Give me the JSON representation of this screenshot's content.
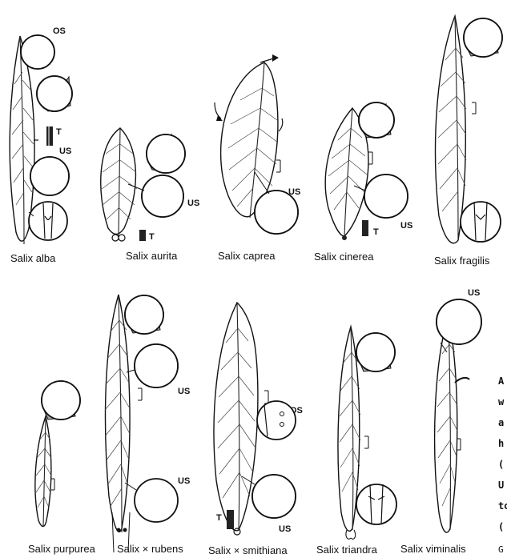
{
  "species": [
    {
      "id": "alba",
      "name": "Salix alba",
      "tags": [
        "OS",
        "T",
        "US"
      ]
    },
    {
      "id": "aurita",
      "name": "Salix aurita",
      "tags": [
        "US",
        "T"
      ]
    },
    {
      "id": "caprea",
      "name": "Salix caprea",
      "tags": [
        "US"
      ]
    },
    {
      "id": "cinerea",
      "name": "Salix cinerea",
      "tags": [
        "US",
        "T"
      ]
    },
    {
      "id": "fragilis",
      "name": "Salix fragilis",
      "tags": []
    },
    {
      "id": "purpurea",
      "name": "Salix purpurea",
      "tags": []
    },
    {
      "id": "rubens",
      "name": "Salix × rubens",
      "tags": [
        "US",
        "US"
      ]
    },
    {
      "id": "smithiana",
      "name": "Salix × smithiana",
      "tags": [
        "OS",
        "T",
        "US"
      ]
    },
    {
      "id": "triandra",
      "name": "Salix triandra",
      "tags": []
    },
    {
      "id": "viminalis",
      "name": "Salix viminalis",
      "tags": [
        "US"
      ]
    }
  ],
  "caption_lines": [
    "A",
    "w",
    "a",
    "h",
    "(",
    "U",
    "to",
    "(",
    "G"
  ]
}
